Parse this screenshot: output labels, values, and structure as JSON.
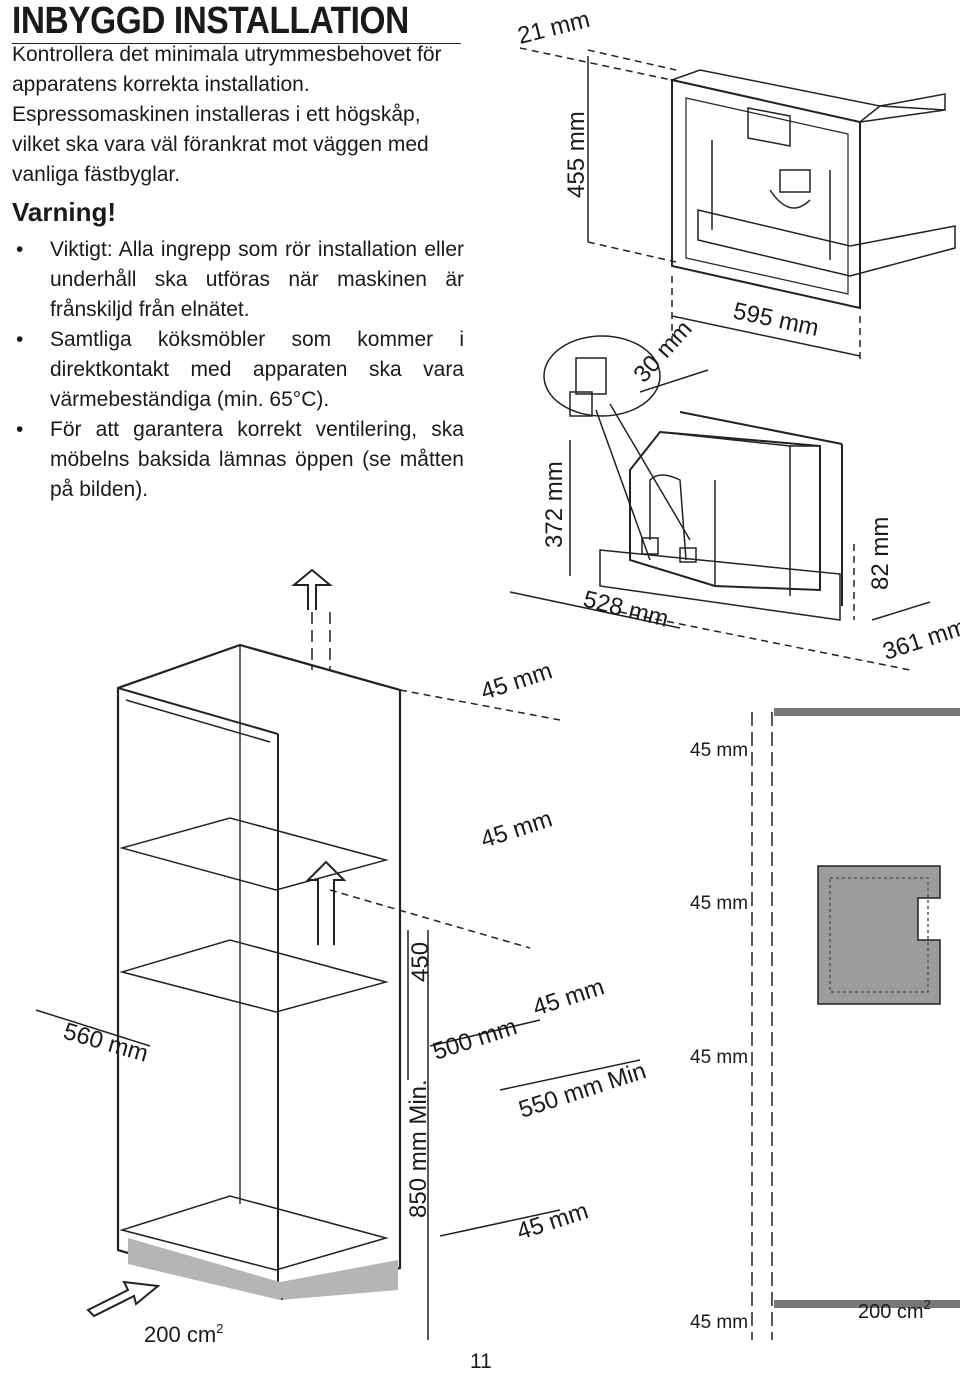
{
  "title": "INBYGGD INSTALLATION",
  "intro": {
    "paragraph1": "Kontrollera det minimala utrymmesbehovet för apparatens korrekta installation.",
    "paragraph2": "Espressomaskinen installeras i ett högskåp, vilket ska vara väl förankrat mot väggen med vanliga fästbyglar."
  },
  "warning": {
    "heading": "Varning!",
    "bullets": [
      "Viktigt: Alla ingrepp som rör installation eller underhåll ska utföras när maskinen är frånskiljd från elnätet.",
      "Samtliga köksmöbler som kommer i direktkontakt med apparaten ska vara värmebeständiga (min. 65°C).",
      "För att garantera korrekt ventilering, ska möbelns baksida lämnas öppen (se måtten på bilden)."
    ]
  },
  "dimensions": {
    "d21": "21 mm",
    "d455": "455 mm",
    "d595": "595 mm",
    "d30": "30 mm",
    "d372": "372 mm",
    "d528": "528 mm",
    "d82": "82 mm",
    "d361": "361 mm",
    "d45_upper": "45 mm",
    "d45_mid": "45 mm",
    "d45_right1": "45 mm",
    "d45_right2": "45 mm",
    "d45_right3": "45 mm",
    "d45_right4": "45 mm",
    "d45_lower": "45 mm",
    "d45_bottom": "45 mm",
    "d560": "560 mm",
    "d450": "450",
    "d500": "500 mm",
    "d550": "550 mm Min",
    "d850": "850 mm Min.",
    "vent_left": "200 cm",
    "vent_right": "200 cm",
    "superscript": "2"
  },
  "page_number": "11"
}
